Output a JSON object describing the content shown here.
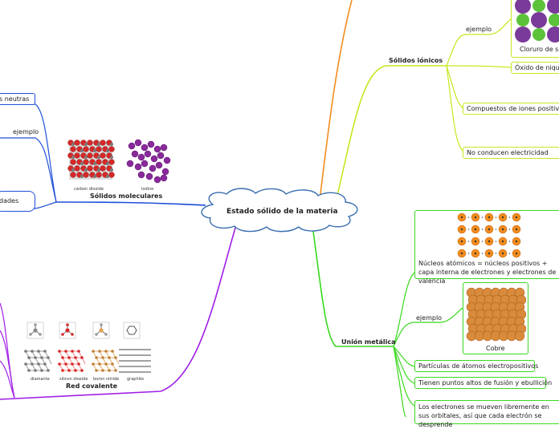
{
  "center": {
    "title": "Estado sólido de la materia"
  },
  "molecular": {
    "title": "Sólidos moleculares",
    "neutral_label": "s neutras",
    "example_label": "ejemplo",
    "props_label": "dades",
    "captions": [
      "carbon dioxide",
      "iodine"
    ]
  },
  "ionic": {
    "title": "Sólidos iónicos",
    "example_label": "ejemplo",
    "image_caption": "Cloruro de so",
    "items": [
      "Óxido de nique",
      "Compuestos de iones positivos",
      "No conducen electricidad"
    ]
  },
  "metallic": {
    "title": "Unión metálica",
    "nuclei_text": "Núcleos atómicos = núcleos positivos + capa interna de electrones y electrones de valencia",
    "example_label": "ejemplo",
    "image_caption": "Cobre",
    "items": [
      "Partículas de átomos electropositivos",
      "Tienen puntos altos de fusión y ebullición",
      "Los electrones se mueven libremente en sus orbitales, así que cada electrón se desprende"
    ]
  },
  "covalent": {
    "title": "Red covalente",
    "captions": [
      "diamante",
      "silicon dioxide",
      "boron nitride",
      "graphite"
    ]
  },
  "colors": {
    "orange": "#f28c1e",
    "yellow_green": "#c8e61e",
    "green": "#39d81e",
    "purple": "#a01ee6",
    "blue": "#1e4fd8",
    "center_border": "#3a6fb0"
  }
}
